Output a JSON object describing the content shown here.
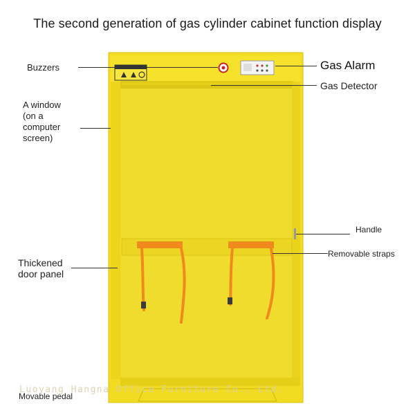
{
  "title": "The second generation of gas cylinder cabinet function display",
  "labels": {
    "buzzers": "Buzzers",
    "gas_alarm": "Gas Alarm",
    "gas_detector": "Gas Detector",
    "window_l1": "A window",
    "window_l2": "(on a",
    "window_l3": "computer",
    "window_l4": "screen)",
    "handle": "Handle",
    "removable_straps": "Removable straps",
    "thickened_l1": "Thickened",
    "thickened_l2": "door panel",
    "movable_pedal": "Movable pedal"
  },
  "watermark": "Luoyang Hangna Office Furniture Co., Ltd.",
  "colors": {
    "cabinet": "#f4e024",
    "cabinet_dark": "#e3cc14",
    "interior": "#efdb2a",
    "strap": "#f08a1c",
    "hook": "#3a3a3a"
  }
}
